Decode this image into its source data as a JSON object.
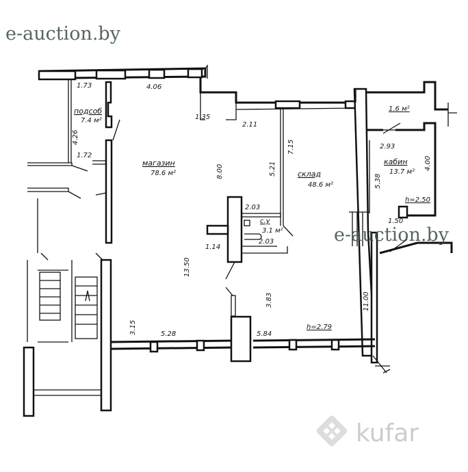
{
  "watermarks": {
    "top": "e-auction.by",
    "middle": "e-auction.by",
    "logo": "kufar"
  },
  "rooms": {
    "utility": {
      "name": "подсоб",
      "area": "7.4 м²"
    },
    "shop": {
      "name": "магазин",
      "area": "78.6 м²"
    },
    "storage": {
      "name": "склад",
      "area": "48.6 м²"
    },
    "office": {
      "name": "кабин",
      "area": "13.7 м²"
    },
    "vestibule": {
      "area": "1.6 м²"
    },
    "wc": {
      "name": "с.у",
      "area": "3.1 м²"
    }
  },
  "dimensions": {
    "d1": "1.73",
    "d2": "4.06",
    "d3": "1.35",
    "d4": "2.11",
    "d5": "4.26",
    "d6": "1.72",
    "d7": "8.00",
    "d8": "5.21",
    "d9": "7.15",
    "d10": "2.93",
    "d11": "4.00",
    "d12": "5.38",
    "d13": "h=2.50",
    "d14": "1.50",
    "d15": "2.03",
    "d16": "2.03",
    "d17": "1.14",
    "d18": "13.50",
    "d19": "3.83",
    "d20": "11.00",
    "d21": "3.15",
    "d22": "5.28",
    "d23": "5.84",
    "d24": "h=2.79"
  }
}
